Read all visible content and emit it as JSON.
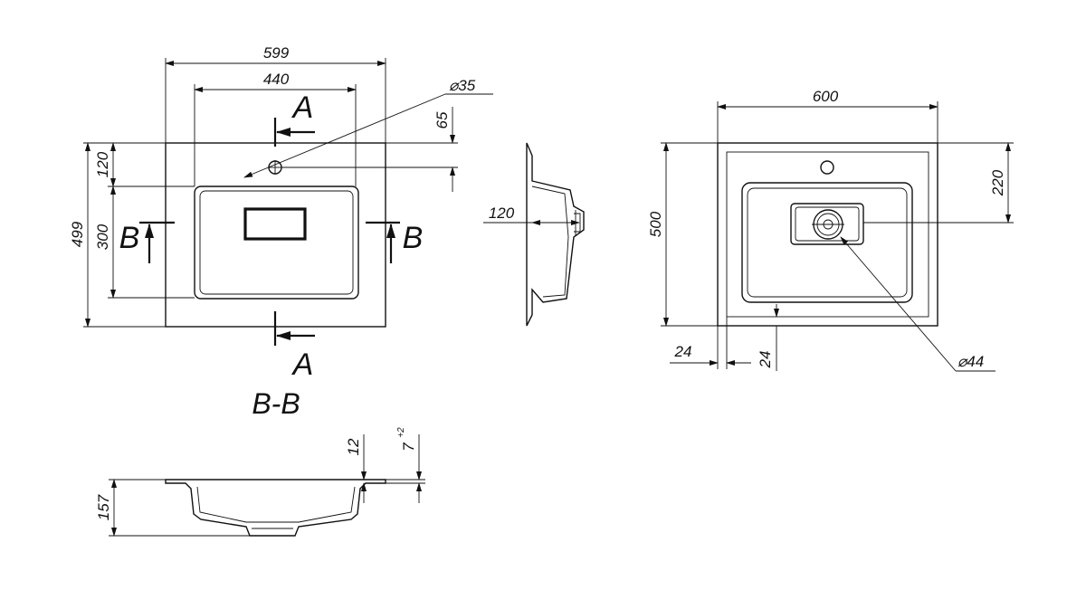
{
  "dimensions": {
    "top_view": {
      "overall_width": "599",
      "bowl_width": "440",
      "tap_hole_diameter": "⌀35",
      "tap_hole_offset": "65",
      "overall_depth": "499",
      "front_to_bowl": "120",
      "bowl_depth": "300"
    },
    "section_aa": {
      "depth": "120"
    },
    "plan_view": {
      "overall_width": "600",
      "overall_depth": "500",
      "drain_offset": "220",
      "edge_margin_x": "24",
      "edge_margin_y": "24",
      "drain_diameter": "⌀44"
    },
    "section_bb": {
      "rim_height": "12",
      "tolerance_base": "7",
      "tolerance_sup": "+2",
      "total_height": "157"
    }
  },
  "labels": {
    "section_a_top": "A",
    "section_a_bottom": "A",
    "section_b_left": "B",
    "section_b_right": "B",
    "section_bb_title": "B-B"
  }
}
